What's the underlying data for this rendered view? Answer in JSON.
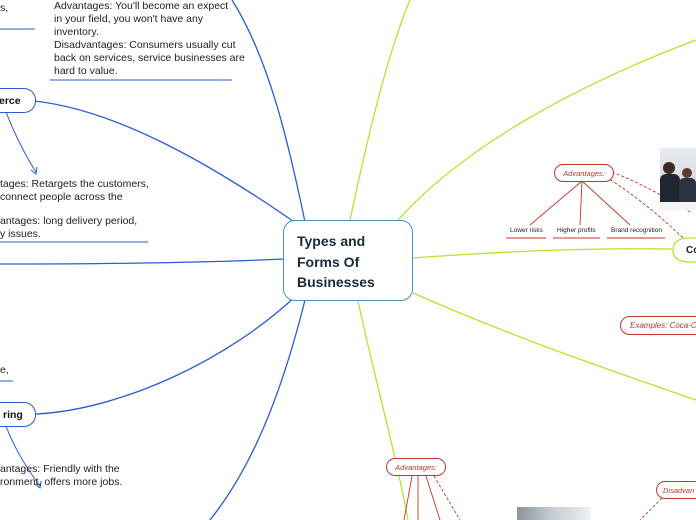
{
  "central_topic": {
    "lines": [
      "Types and",
      "Forms Of",
      "Businesses"
    ]
  },
  "branches": {
    "ecommerce": {
      "label": "erce"
    },
    "manufacturing": {
      "label": "ring"
    },
    "corporation": {
      "label": "Co"
    }
  },
  "notes": {
    "service_top_left": "s,",
    "service": [
      "Advantages: You'll become an expect",
      "in your field, you won't have any",
      "inventory.",
      "Disadvantages: Consumers usually  cut",
      "back on services, service businesses are",
      "hard to value."
    ],
    "ecommerce": [
      "tages: Retargets the customers,",
      "connect people across the",
      "",
      "antages: long delivery period,",
      "y issues."
    ],
    "manufacturing_top": "e,",
    "manufacturing": [
      "antages: Friendly with the",
      "ronment, offers more jobs."
    ]
  },
  "corporation": {
    "advantages_label": "Advantages:",
    "advantages": [
      "Lower risks",
      "Higher profits",
      "Brand recognition"
    ],
    "examples": "Examples: Coca-Col"
  },
  "bottom": {
    "advantages_label": "Advantages:",
    "disadvantages_label": "Disadvan"
  },
  "colors": {
    "blue_branch": "#2a5bd7",
    "green_branch": "#b3e62e",
    "red_accent": "#c0392b",
    "central_border": "#4a8fc7"
  }
}
